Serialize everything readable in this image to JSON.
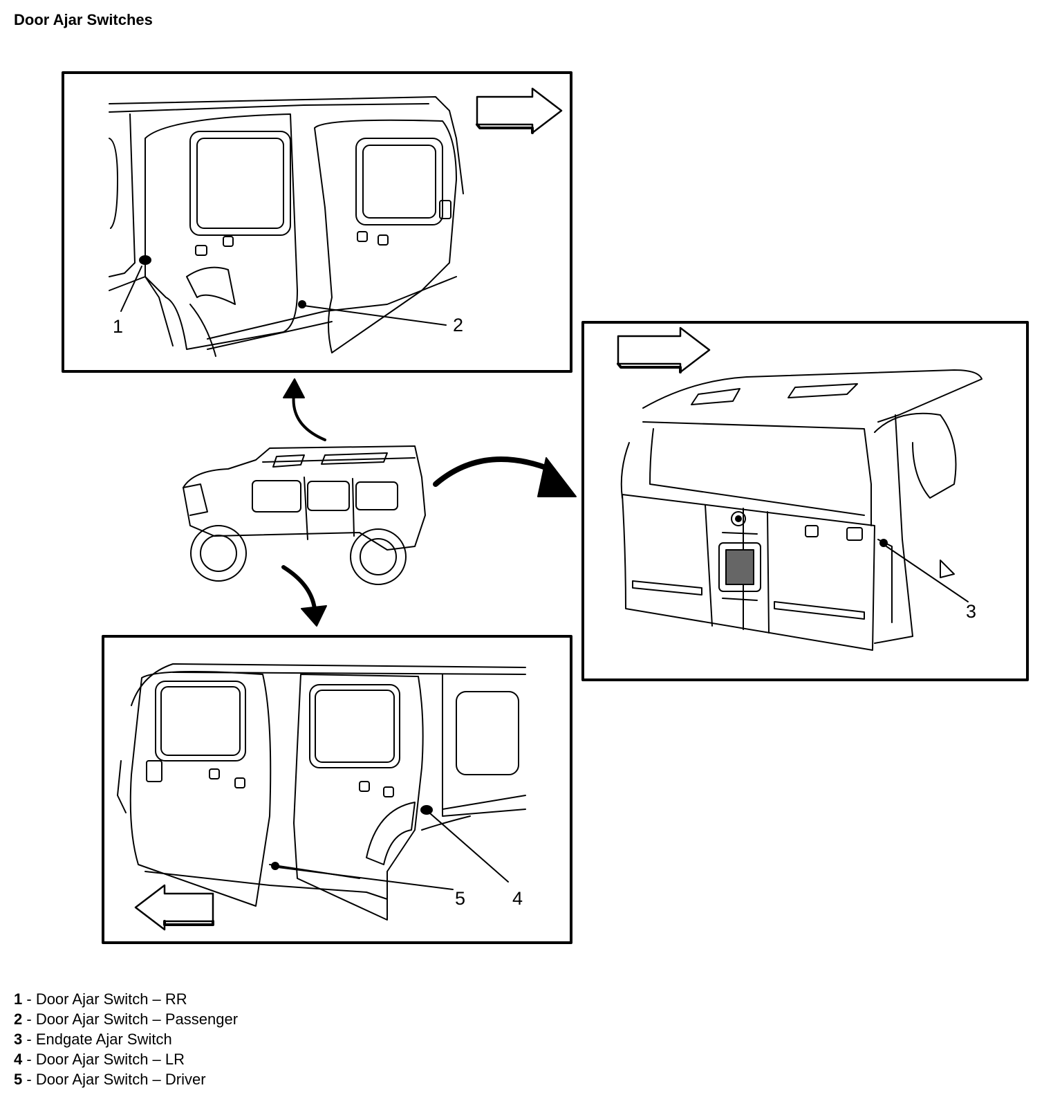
{
  "title": "Door Ajar Switches",
  "callouts": [
    "1",
    "2",
    "3",
    "4",
    "5"
  ],
  "legend": [
    {
      "num": "1",
      "sep": " - ",
      "text": "Door Ajar Switch – RR"
    },
    {
      "num": "2",
      "sep": " - ",
      "text": "Door Ajar Switch – Passenger"
    },
    {
      "num": "3",
      "sep": " - ",
      "text": "Endgate Ajar Switch"
    },
    {
      "num": "4",
      "sep": " - ",
      "text": "Door Ajar Switch – LR"
    },
    {
      "num": "5",
      "sep": " - ",
      "text": "Door Ajar Switch – Driver"
    }
  ]
}
